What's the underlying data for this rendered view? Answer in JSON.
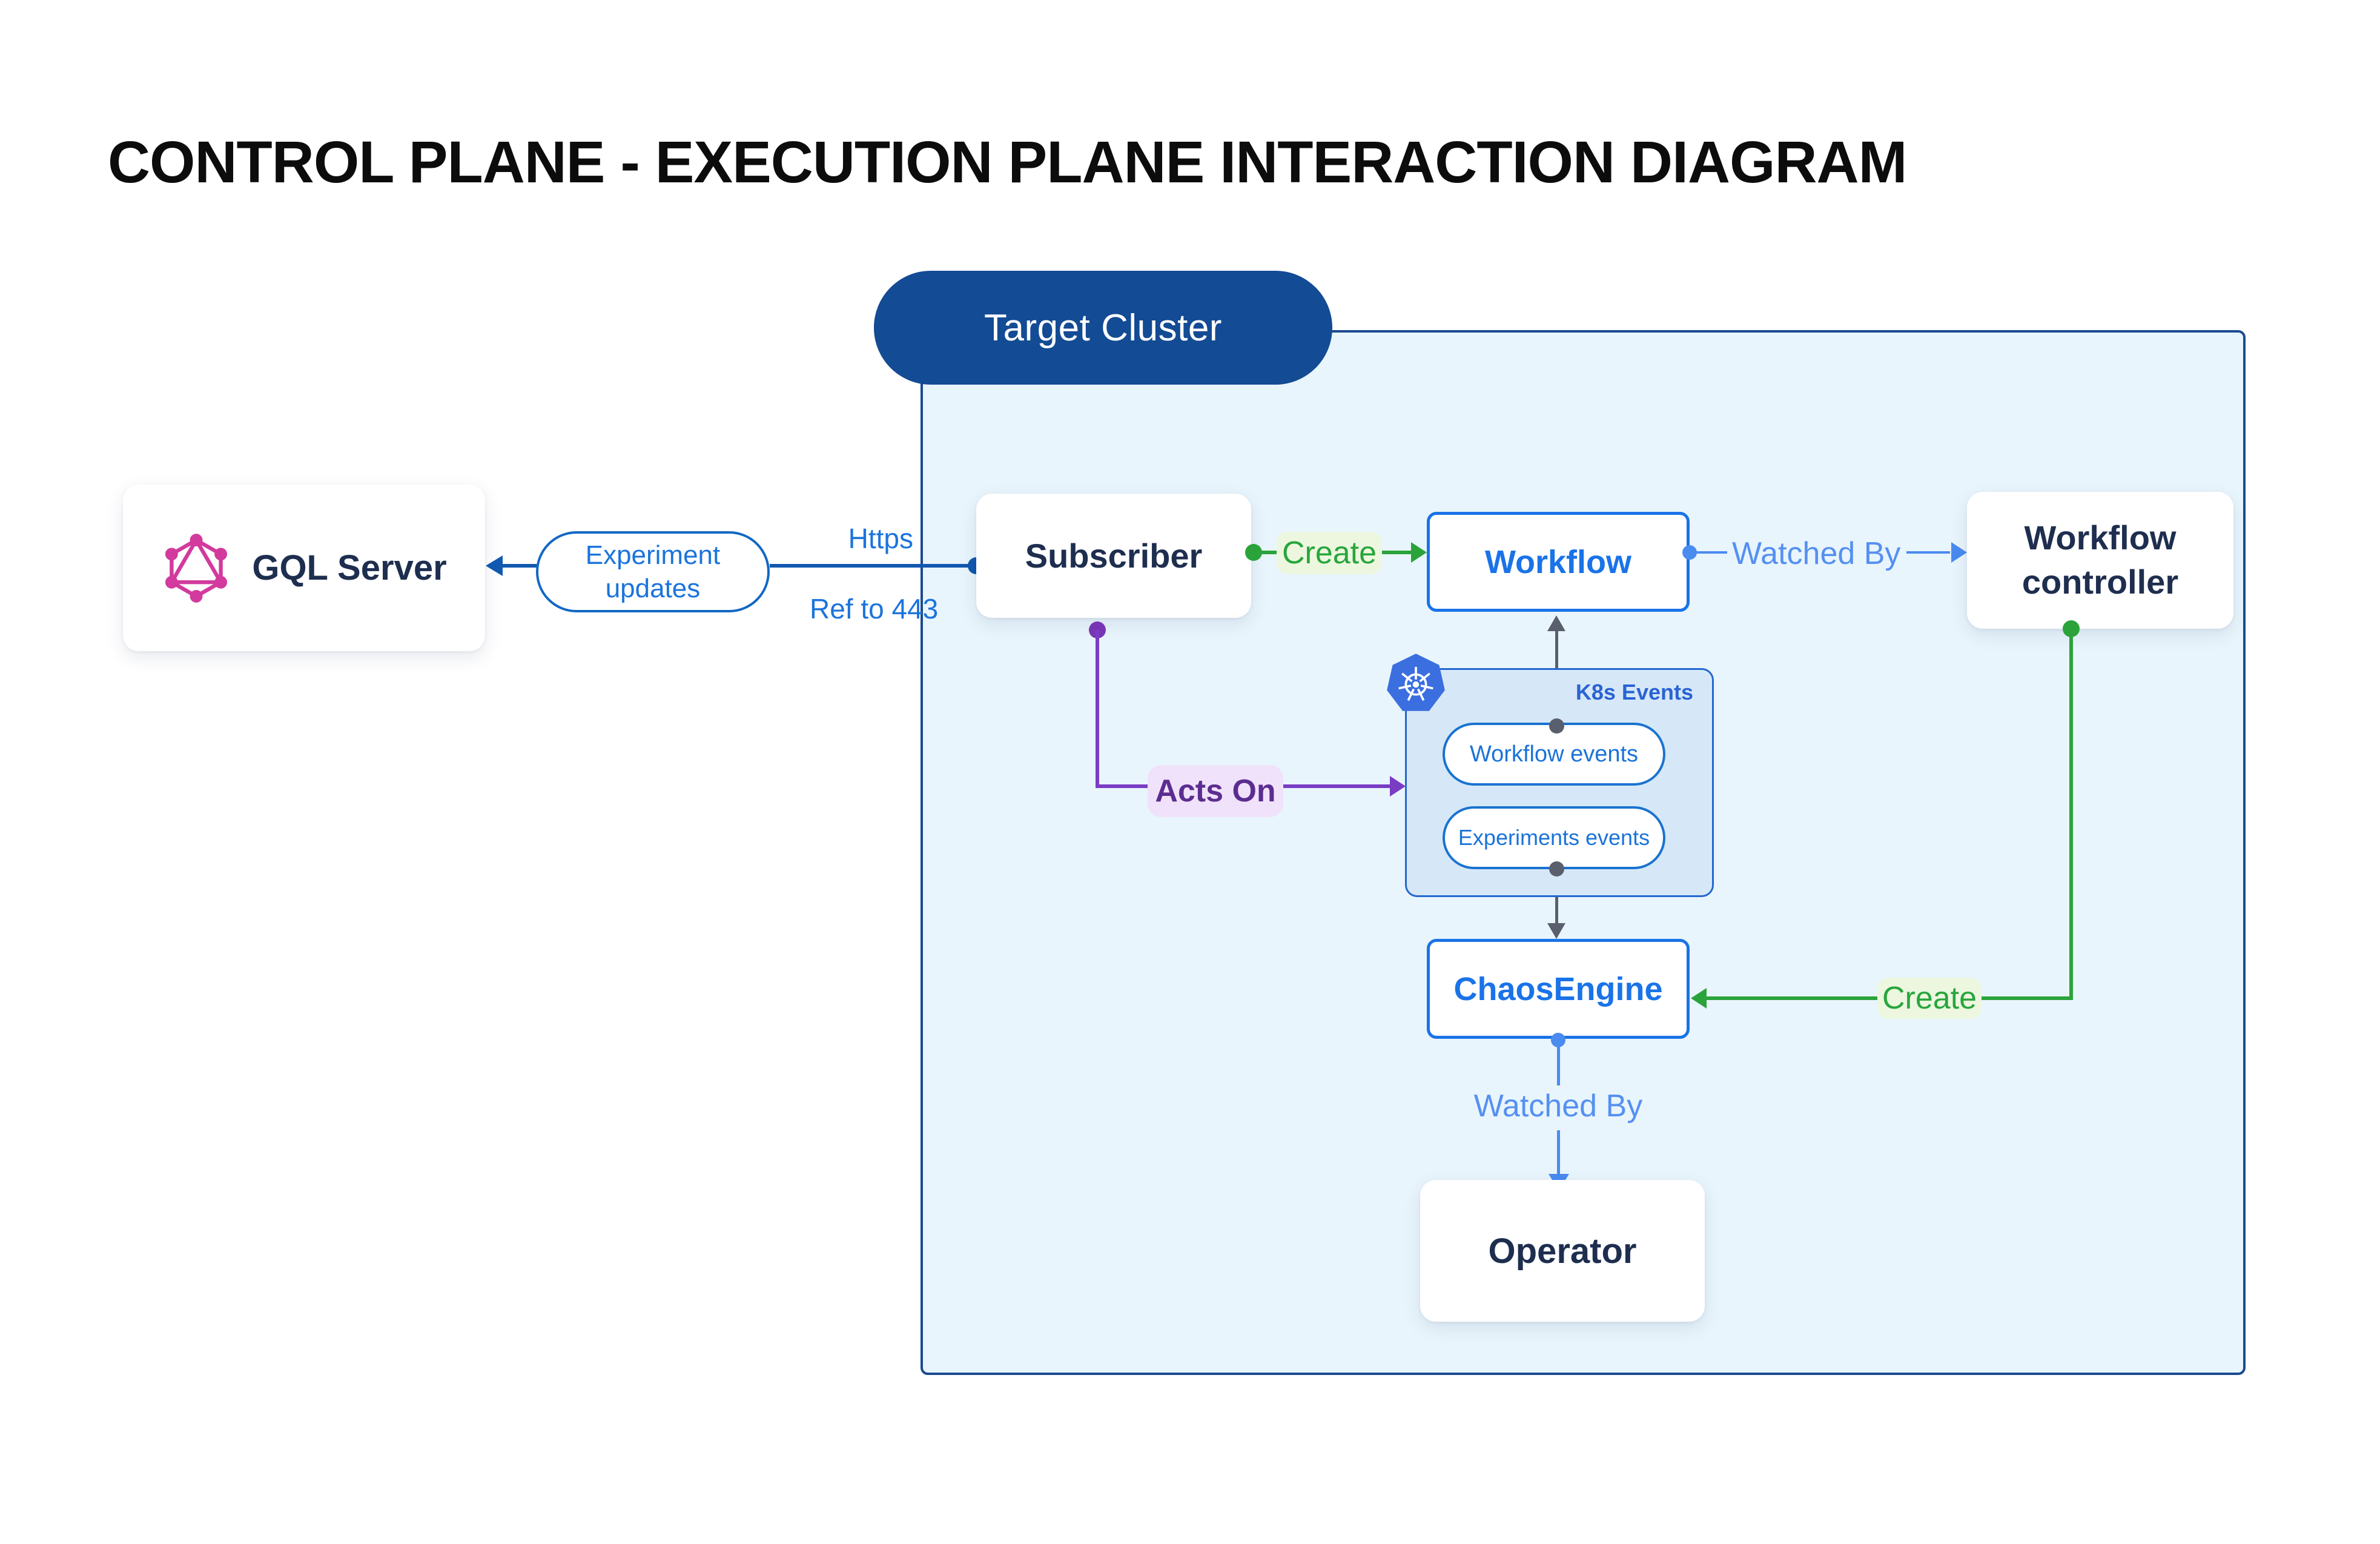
{
  "title": "CONTROL PLANE - EXECUTION PLANE INTERACTION DIAGRAM",
  "colors": {
    "accent_blue": "#1a73e8",
    "dark_blue_border": "#1b4a8f",
    "cluster_fill": "#e9f5fc",
    "k8s_box_fill": "#d6e8f8",
    "navy_text": "#1e2e4f",
    "green": "#2ba33b",
    "green_label_bg": "#edf7df",
    "purple": "#7b3cc4",
    "purple_label_bg": "#f0e2fa",
    "light_blue": "#4a8bf0",
    "graphql_pink": "#d23a9d",
    "kubernetes_blue": "#3b6fe0",
    "target_cluster_fill": "#134b94"
  },
  "nodes": {
    "gql_server": {
      "label": "GQL Server",
      "icon": "graphql-icon"
    },
    "target_cluster": {
      "label": "Target Cluster"
    },
    "subscriber": {
      "label": "Subscriber"
    },
    "workflow": {
      "label": "Workflow"
    },
    "workflow_controller": {
      "label": "Workflow controller"
    },
    "k8s_events": {
      "label": "K8s Events",
      "icon": "kubernetes-icon",
      "pills": [
        "Workflow events",
        "Experiments events"
      ]
    },
    "chaos_engine": {
      "label": "ChaosEngine"
    },
    "operator": {
      "label": "Operator"
    }
  },
  "edges": {
    "experiment_updates": {
      "label": "Experiment updates"
    },
    "https": {
      "label": "Https"
    },
    "ref_to_443": {
      "label": "Ref to 443"
    },
    "create_workflow": {
      "label": "Create"
    },
    "watched_by_workflow": {
      "label": "Watched By"
    },
    "acts_on": {
      "label": "Acts On"
    },
    "create_chaosengine": {
      "label": "Create"
    },
    "watched_by_operator": {
      "label": "Watched By"
    }
  }
}
